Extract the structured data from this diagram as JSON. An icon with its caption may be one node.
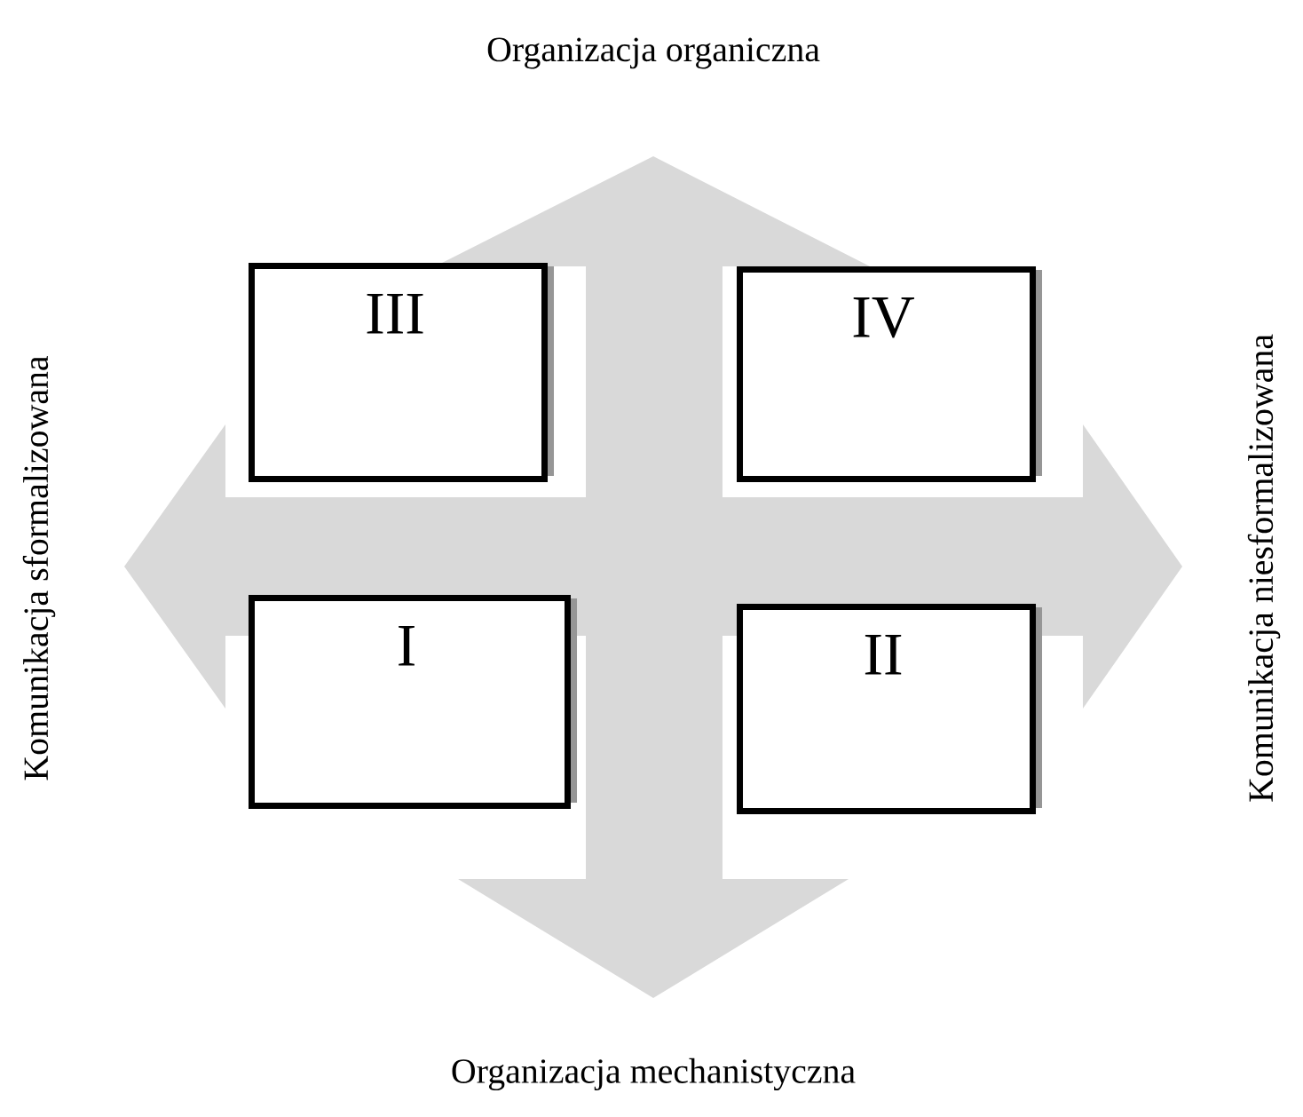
{
  "diagram": {
    "nodes": [
      {
        "text": [
          "III"
        ]
      },
      {
        "text": [
          "IV"
        ]
      },
      {
        "text": [
          "I"
        ]
      },
      {
        "text": [
          "II"
        ]
      }
    ],
    "labels": [
      "Organizacja organiczna",
      "Komunikacja sformalizowana",
      "Komunikacja niesformalizowana",
      "Organizacja mechanistyczna"
    ]
  }
}
